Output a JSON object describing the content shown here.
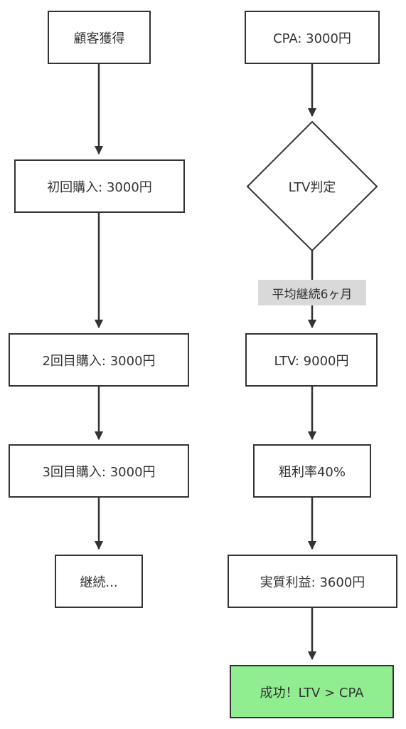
{
  "diagram": {
    "colors": {
      "stroke": "#333333",
      "node_fill": "#ffffff",
      "success_fill": "#90ee90",
      "edge_label_fill": "#d9d9d9",
      "text": "#333333"
    },
    "left_flow": {
      "customer_acquisition": "顧客獲得",
      "first_purchase": "初回購入: 3000円",
      "second_purchase": "2回目購入: 3000円",
      "third_purchase": "3回目購入: 3000円",
      "continuation": "継続..."
    },
    "right_flow": {
      "cpa": "CPA: 3000円",
      "ltv_decision": "LTV判定",
      "edge_label": "平均継続6ヶ月",
      "ltv": "LTV: 9000円",
      "gross_margin": "粗利率40%",
      "real_profit": "実質利益: 3600円",
      "success": "成功！LTV > CPA"
    }
  }
}
